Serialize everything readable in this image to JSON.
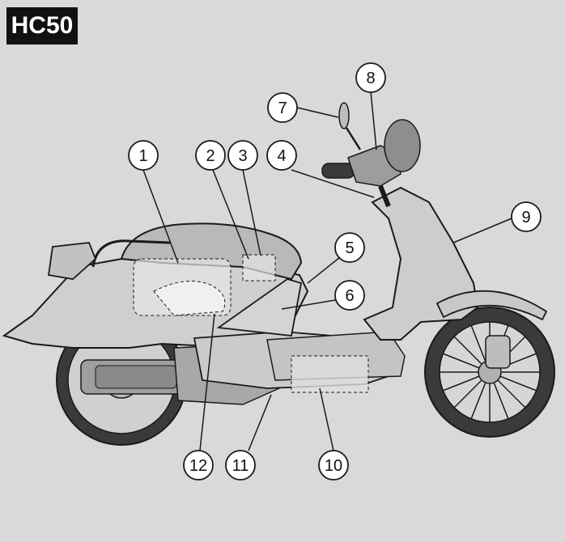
{
  "title": "HC50",
  "callouts": [
    {
      "number": "1"
    },
    {
      "number": "2"
    },
    {
      "number": "3"
    },
    {
      "number": "4"
    },
    {
      "number": "5"
    },
    {
      "number": "6"
    },
    {
      "number": "7"
    },
    {
      "number": "8"
    },
    {
      "number": "9"
    },
    {
      "number": "10"
    },
    {
      "number": "11"
    },
    {
      "number": "12"
    }
  ],
  "colors": {
    "background": "#d9d9d9",
    "body_fill": "#cfcfcf",
    "outline": "#1a1a1a",
    "tire": "#3a3a3a",
    "hidden_part": "#e6e6e6",
    "title_box": "#111111"
  }
}
